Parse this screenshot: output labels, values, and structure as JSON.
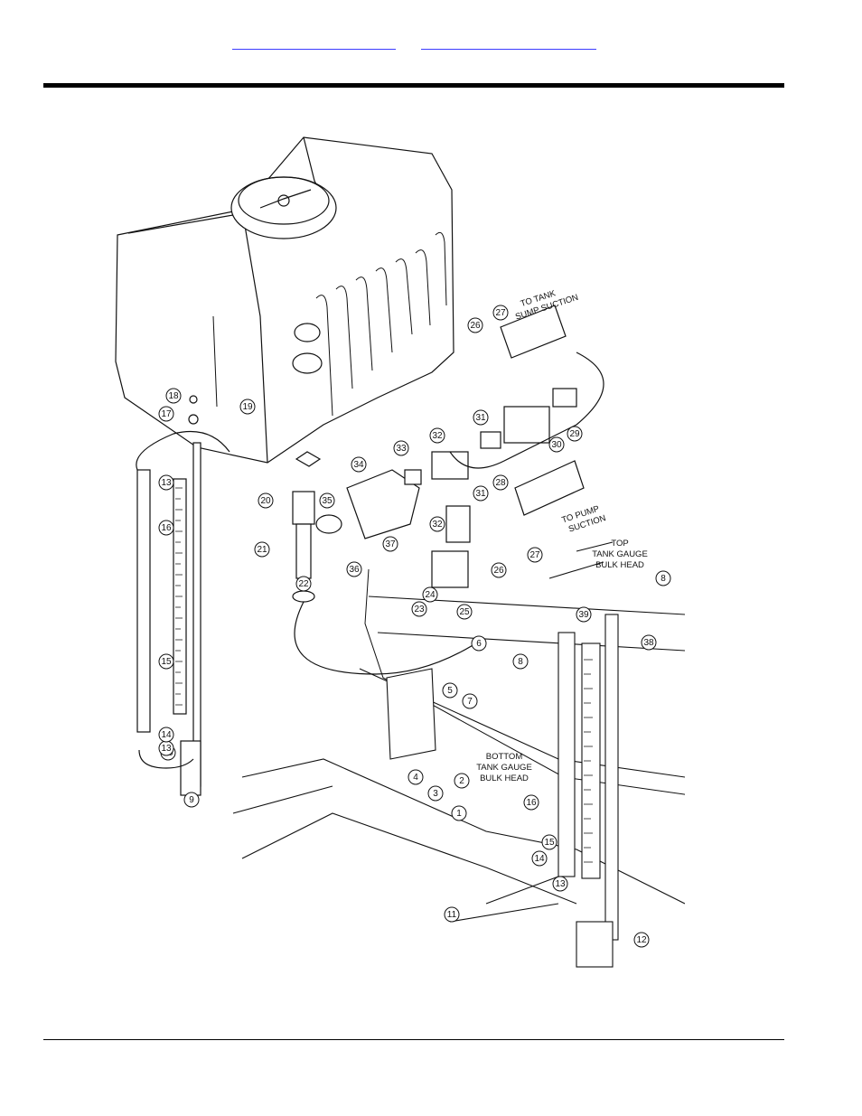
{
  "header": {
    "links": [
      "",
      ""
    ]
  },
  "diagram": {
    "notes": {
      "to_tank_sump_suction": [
        "TO TANK",
        "SUMP SUCTION"
      ],
      "to_pump_suction": [
        "TO PUMP",
        "SUCTION"
      ],
      "top_tank_gauge_bulk_head": [
        "TOP",
        "TANK GAUGE",
        "BULK HEAD"
      ],
      "bottom_tank_gauge_bulk_head": [
        "BOTTOM",
        "TANK GAUGE",
        "BULK HEAD"
      ]
    },
    "callouts": [
      {
        "n": "1"
      },
      {
        "n": "2"
      },
      {
        "n": "3"
      },
      {
        "n": "4"
      },
      {
        "n": "5"
      },
      {
        "n": "6"
      },
      {
        "n": "7"
      },
      {
        "n": "8"
      },
      {
        "n": "8"
      },
      {
        "n": "9"
      },
      {
        "n": "10"
      },
      {
        "n": "11"
      },
      {
        "n": "12"
      },
      {
        "n": "13"
      },
      {
        "n": "13"
      },
      {
        "n": "13"
      },
      {
        "n": "14"
      },
      {
        "n": "14"
      },
      {
        "n": "15"
      },
      {
        "n": "15"
      },
      {
        "n": "16"
      },
      {
        "n": "16"
      },
      {
        "n": "17"
      },
      {
        "n": "18"
      },
      {
        "n": "19"
      },
      {
        "n": "20"
      },
      {
        "n": "21"
      },
      {
        "n": "22"
      },
      {
        "n": "23"
      },
      {
        "n": "24"
      },
      {
        "n": "25"
      },
      {
        "n": "26"
      },
      {
        "n": "26"
      },
      {
        "n": "27"
      },
      {
        "n": "27"
      },
      {
        "n": "28"
      },
      {
        "n": "29"
      },
      {
        "n": "30"
      },
      {
        "n": "31"
      },
      {
        "n": "31"
      },
      {
        "n": "32"
      },
      {
        "n": "32"
      },
      {
        "n": "33"
      },
      {
        "n": "34"
      },
      {
        "n": "35"
      },
      {
        "n": "36"
      },
      {
        "n": "37"
      },
      {
        "n": "38"
      },
      {
        "n": "39"
      }
    ]
  }
}
